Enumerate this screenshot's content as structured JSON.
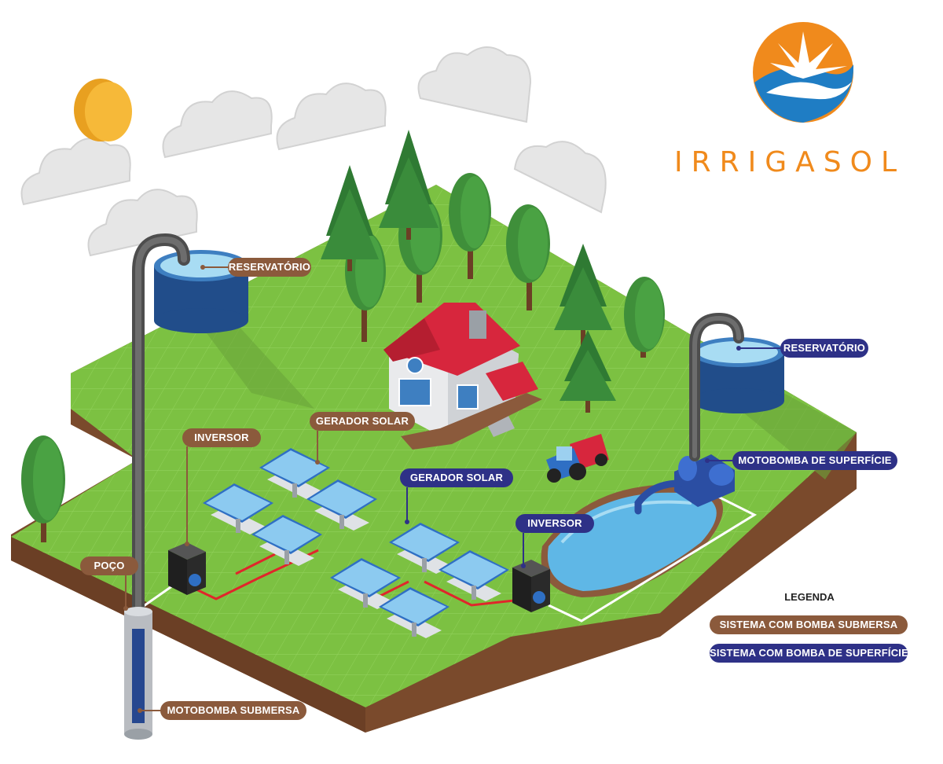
{
  "brand": {
    "name": "IRRIGASOL"
  },
  "labels": {
    "reservatorio_left": "RESERVATÓRIO",
    "reservatorio_right": "RESERVATÓRIO",
    "gerador_solar_brown": "GERADOR SOLAR",
    "gerador_solar_navy": "GERADOR SOLAR",
    "inversor_brown": "INVERSOR",
    "inversor_navy": "INVERSOR",
    "motobomba_superficie": "MOTOBOMBA DE SUPERFÍCIE",
    "poco": "POÇO",
    "motobomba_submersa": "MOTOBOMBA SUBMERSA"
  },
  "legend": {
    "title": "LEGENDA",
    "items": [
      {
        "label": "SISTEMA COM BOMBA SUBMERSA",
        "color": "#8b5a3c"
      },
      {
        "label": "SISTEMA COM BOMBA DE SUPERFÍCIE",
        "color": "#2e3187"
      }
    ]
  },
  "colors": {
    "submersa": "#8b5a3c",
    "superficie": "#2e3187",
    "brand_orange": "#f08a1c",
    "brand_blue": "#1f7dc4",
    "grass": "#7cc142",
    "soil": "#7a4a2c",
    "roof": "#d7263d",
    "cable": "#e0262b"
  }
}
